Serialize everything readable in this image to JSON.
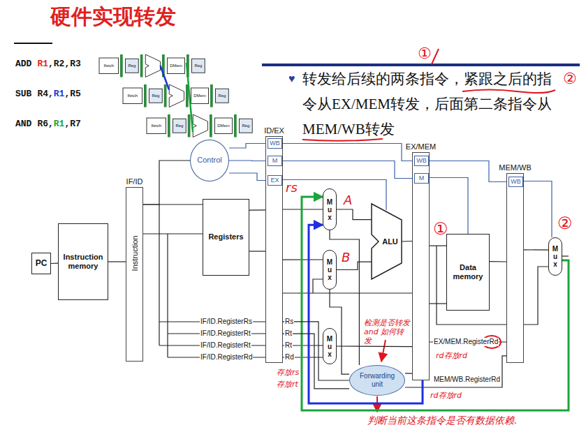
{
  "diagram": {
    "title": "硬件实现转发",
    "nodes": [
      {
        "text": [
          "PC"
        ]
      },
      {
        "text": [
          "Instruction memory"
        ]
      },
      {
        "text": [
          "IF/ID",
          "Instruction"
        ]
      },
      {
        "text": [
          "Control"
        ]
      },
      {
        "text": [
          "Registers"
        ]
      },
      {
        "text": [
          "ID/EX"
        ]
      },
      {
        "text": [
          "WB"
        ],
        "in": 5
      },
      {
        "text": [
          "M"
        ],
        "in": 5
      },
      {
        "text": [
          "EX"
        ],
        "in": 5
      },
      {
        "text": [
          "Mux"
        ]
      },
      {
        "text": [
          "Mux"
        ]
      },
      {
        "text": [
          "Mux"
        ]
      },
      {
        "text": [
          "ALU"
        ]
      },
      {
        "text": [
          "EX/MEM"
        ]
      },
      {
        "text": [
          "WB"
        ],
        "in": 13
      },
      {
        "text": [
          "M"
        ],
        "in": 13
      },
      {
        "text": [
          "Data memory"
        ]
      },
      {
        "text": [
          "MEM/WB"
        ]
      },
      {
        "text": [
          "WB"
        ],
        "in": 17
      },
      {
        "text": [
          "Mux"
        ]
      },
      {
        "text": [
          "Forwarding unit"
        ]
      }
    ],
    "edges": [
      {
        "from": 0,
        "to": 1,
        "arrow": "none"
      },
      {
        "from": 1,
        "to": 2,
        "arrow": "none"
      },
      {
        "from": 2,
        "to": 3,
        "arrow": "none"
      },
      {
        "from": 2,
        "to": 4,
        "arrow": "none"
      },
      {
        "from": 3,
        "to": 6,
        "arrow": "none"
      },
      {
        "from": 3,
        "to": 7,
        "arrow": "none"
      },
      {
        "from": 3,
        "to": 8,
        "arrow": "none"
      },
      {
        "from": 4,
        "to": 5,
        "arrow": "none"
      },
      {
        "from": 5,
        "to": 9,
        "arrow": "none"
      },
      {
        "from": 5,
        "to": 10,
        "arrow": "none"
      },
      {
        "from": 5,
        "to": 11,
        "arrow": "none"
      },
      {
        "from": 9,
        "to": 12,
        "arrow": "none"
      },
      {
        "from": 10,
        "to": 12,
        "arrow": "none"
      },
      {
        "from": 12,
        "to": 13,
        "arrow": "none"
      },
      {
        "from": 11,
        "to": 13,
        "arrow": "none"
      },
      {
        "from": 13,
        "to": 16,
        "arrow": "none"
      },
      {
        "from": 16,
        "to": 17,
        "arrow": "none"
      },
      {
        "from": 17,
        "to": 19,
        "arrow": "none"
      },
      {
        "from": 6,
        "to": 14,
        "arrow": "none"
      },
      {
        "from": 7,
        "to": 15,
        "arrow": "none"
      },
      {
        "from": 14,
        "to": 18,
        "arrow": "none"
      },
      {
        "from": 13,
        "to": 20,
        "arrow": "none"
      },
      {
        "from": 17,
        "to": 20,
        "arrow": "none"
      },
      {
        "from": 20,
        "to": 9,
        "arrow": "none"
      },
      {
        "from": 20,
        "to": 10,
        "arrow": "none"
      },
      {
        "from": 13,
        "to": 9,
        "arrow": "to"
      },
      {
        "from": 19,
        "to": 9,
        "arrow": "to"
      },
      {
        "from": 5,
        "to": 20,
        "arrow": "none"
      },
      {
        "from": 5,
        "to": 20,
        "arrow": "none"
      }
    ],
    "labels": [
      "ADD",
      "R1",
      ",R2,R3",
      "SUB",
      "R4,",
      "R1",
      ",R5",
      "AND",
      "R6,",
      "R1",
      ",R7",
      "Ifetch",
      "Reg",
      "DMem",
      "Reg",
      "Ifetch",
      "Reg",
      "DMem",
      "Reg",
      "Ifetch",
      "Reg",
      "DMem",
      "Reg",
      "♥",
      "转发给后续的两条指令，紧跟之后的指令从EX/MEM转发，后面第二条指令从MEM/WB转发",
      "①",
      "②",
      "IF/ID.RegisterRs",
      "IF/ID.RegisterRt",
      "IF/ID.RegisterRt",
      "IF/ID.RegisterRd",
      "Rs",
      "Rt",
      "Rt",
      "Rd",
      "EX/MEM.RegisterRd",
      "MEM/WB.RegisterRd",
      "rs",
      "A",
      "B",
      "①",
      "②",
      "检测是否转发 and 如何转发",
      "rd存放rd",
      "rd存放rd",
      "存放rs",
      "存放rt",
      "判断当前这条指令是否有数据依赖."
    ]
  }
}
